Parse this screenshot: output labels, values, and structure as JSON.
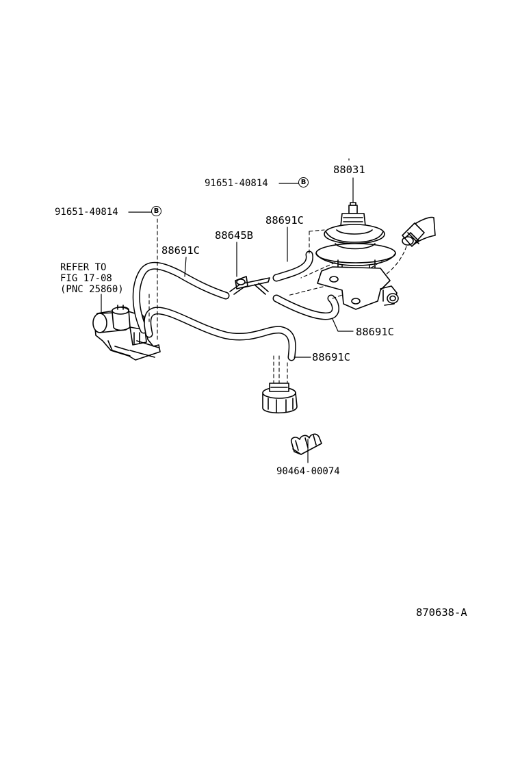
{
  "labels": {
    "pn_88031": "88031",
    "pn_91651_top": "91651-40814",
    "pn_91651_left": "91651-40814",
    "pn_88691c_top": "88691C",
    "pn_88645b": "88645B",
    "pn_88691c_left": "88691C",
    "pn_88691c_right": "88691C",
    "pn_88691c_lower": "88691C",
    "pn_90464": "90464-00074",
    "refer_line1": "REFER TO",
    "refer_line2": "FIG 17-08",
    "refer_line3": "(PNC 25860)",
    "badge_top": "B",
    "badge_left": "B",
    "figure_id": "870638-A"
  },
  "colors": {
    "ink": "#000000",
    "paper": "#ffffff"
  }
}
